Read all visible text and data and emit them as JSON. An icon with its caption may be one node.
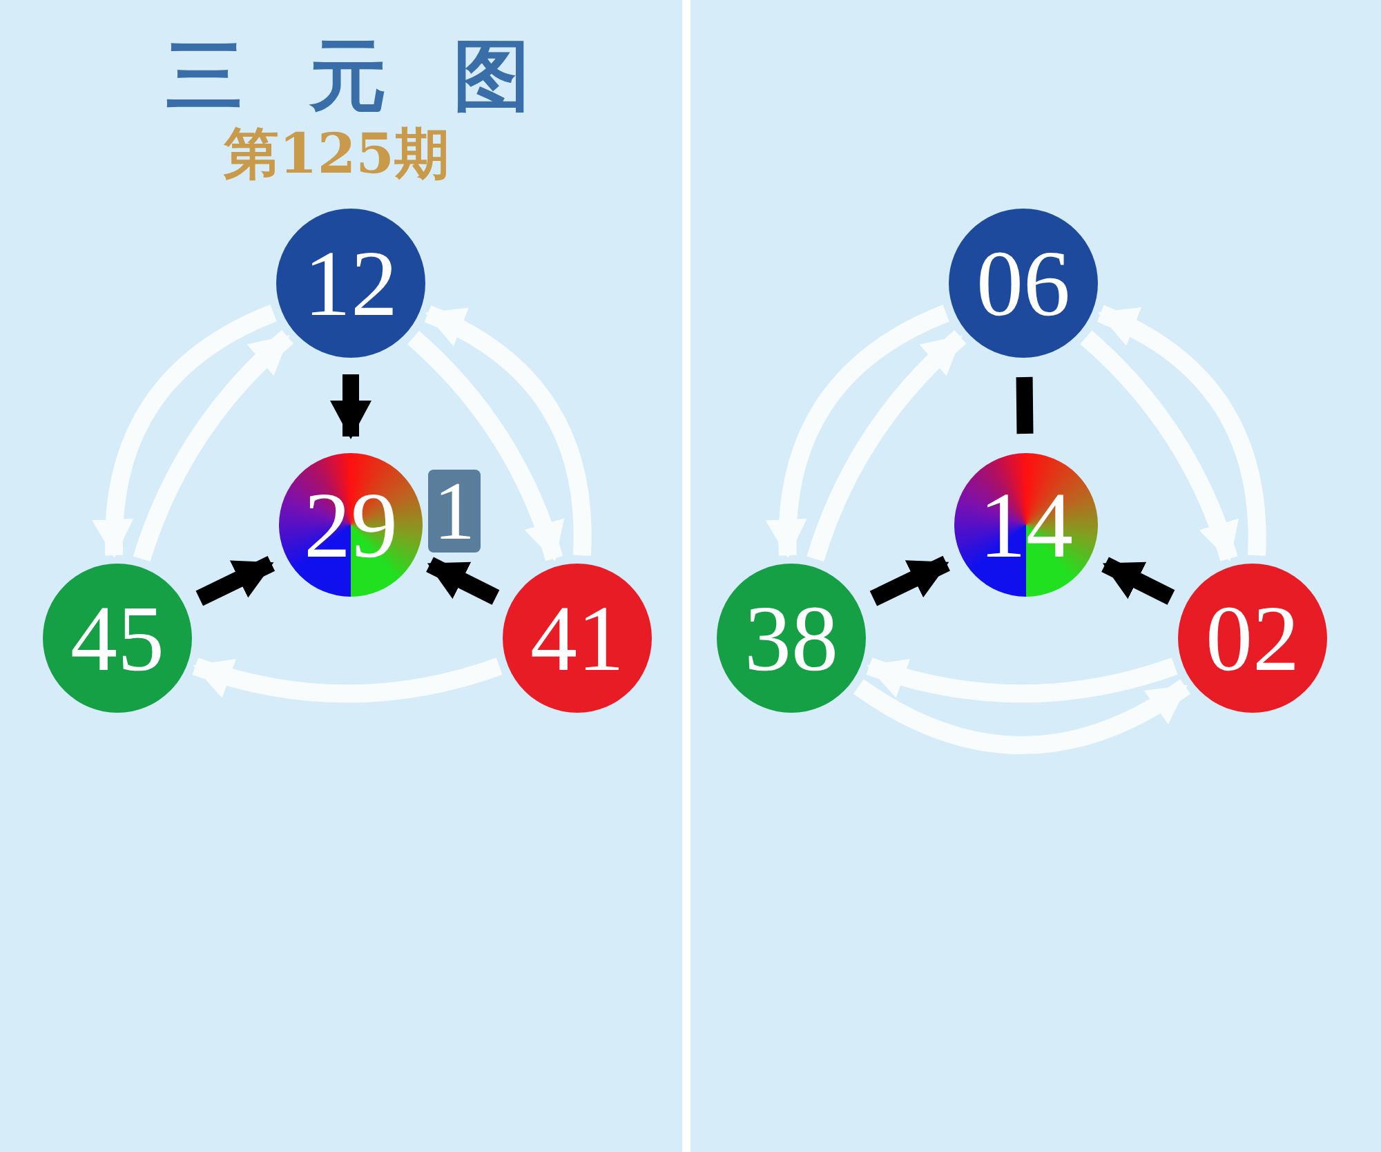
{
  "diagram": {
    "title": "三元图",
    "nodes": [
      {
        "text": [
          "12"
        ]
      },
      {
        "text": [
          "29"
        ]
      },
      {
        "text": [
          "45"
        ]
      },
      {
        "text": [
          "41"
        ]
      },
      {
        "text": [
          "06"
        ]
      },
      {
        "text": [
          "14"
        ]
      },
      {
        "text": [
          "38"
        ]
      },
      {
        "text": [
          "02"
        ]
      }
    ],
    "edges": [
      {
        "from": 0,
        "to": 1,
        "arrow": "to",
        "color": "#000000"
      },
      {
        "from": 2,
        "to": 1,
        "arrow": "to",
        "color": "#000000"
      },
      {
        "from": 3,
        "to": 1,
        "arrow": "to",
        "color": "#000000"
      },
      {
        "from": 0,
        "to": 2,
        "arrow": "to"
      },
      {
        "from": 2,
        "to": 0,
        "arrow": "to"
      },
      {
        "from": 0,
        "to": 3,
        "arrow": "to"
      },
      {
        "from": 3,
        "to": 0,
        "arrow": "to"
      },
      {
        "from": 3,
        "to": 2,
        "arrow": "to"
      },
      {
        "from": 4,
        "to": 5,
        "arrow": "none",
        "color": "#000000"
      },
      {
        "from": 6,
        "to": 5,
        "arrow": "to",
        "color": "#000000"
      },
      {
        "from": 7,
        "to": 5,
        "arrow": "to",
        "color": "#000000"
      },
      {
        "from": 4,
        "to": 6,
        "arrow": "to"
      },
      {
        "from": 6,
        "to": 4,
        "arrow": "to"
      },
      {
        "from": 4,
        "to": 7,
        "arrow": "to"
      },
      {
        "from": 7,
        "to": 4,
        "arrow": "to"
      },
      {
        "from": 7,
        "to": 6,
        "arrow": "to"
      },
      {
        "from": 6,
        "to": 7,
        "arrow": "to"
      }
    ],
    "labels": [
      "第125期",
      "1"
    ]
  }
}
